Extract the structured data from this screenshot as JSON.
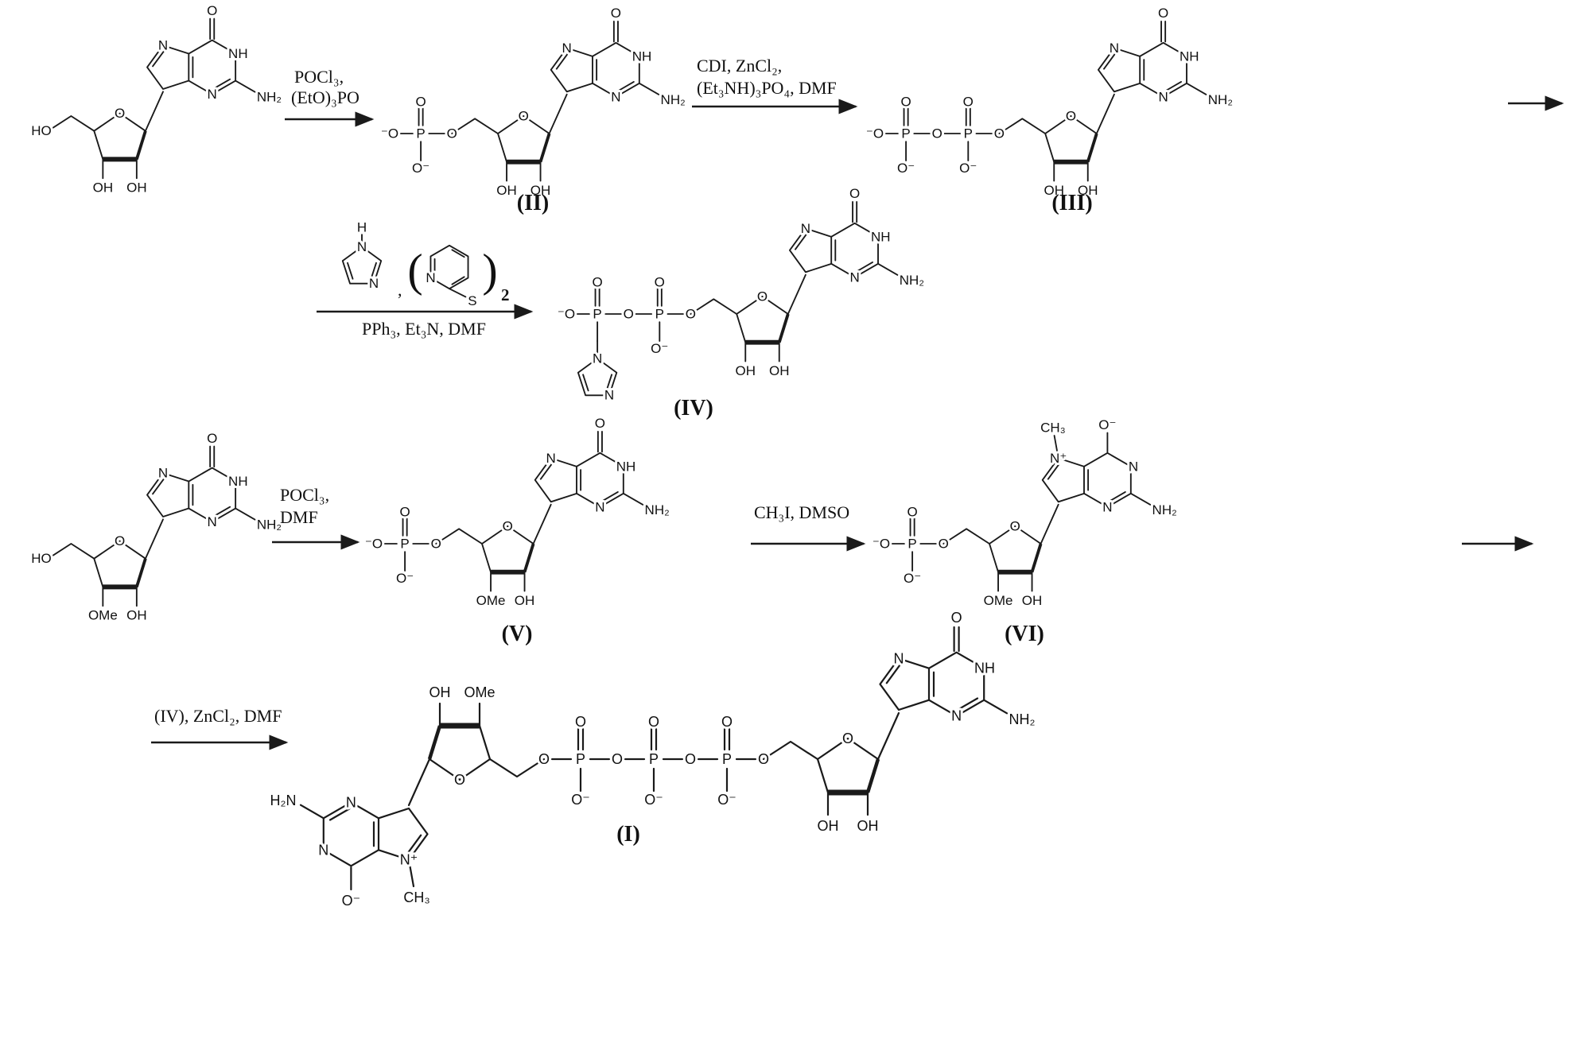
{
  "atoms": {
    "N": "N",
    "NH": "NH",
    "NH2": "NH₂",
    "H2N": "H₂N",
    "O": "O",
    "OH": "OH",
    "HO": "HO",
    "OMe": "OMe",
    "P": "P",
    "Om": "O⁻",
    "mO": "⁻O",
    "Np": "N⁺",
    "CH3": "CH₃",
    "S": "S",
    "H": "H"
  },
  "reagents": {
    "step1_line1": "POCl₃,",
    "step1_line2": "(EtO)₃PO",
    "step2_line1": "CDI, ZnCl₂,",
    "step2_line2": "(Et₃NH)₃PO₄, DMF",
    "step3_below": "PPh₃, Et₃N, DMF",
    "step3_comma": ",",
    "step3_lparen": "(",
    "step3_rparen": ")",
    "step3_sub": "2",
    "step4_line1": "POCl₃,",
    "step4_line2": "DMF",
    "step5": "CH₃I, DMSO",
    "step6": "(IV), ZnCl₂, DMF"
  },
  "compound_labels": {
    "II": "(II)",
    "III": "(III)",
    "IV": "(IV)",
    "V": "(V)",
    "VI": "(VI)",
    "I": "(I)"
  }
}
